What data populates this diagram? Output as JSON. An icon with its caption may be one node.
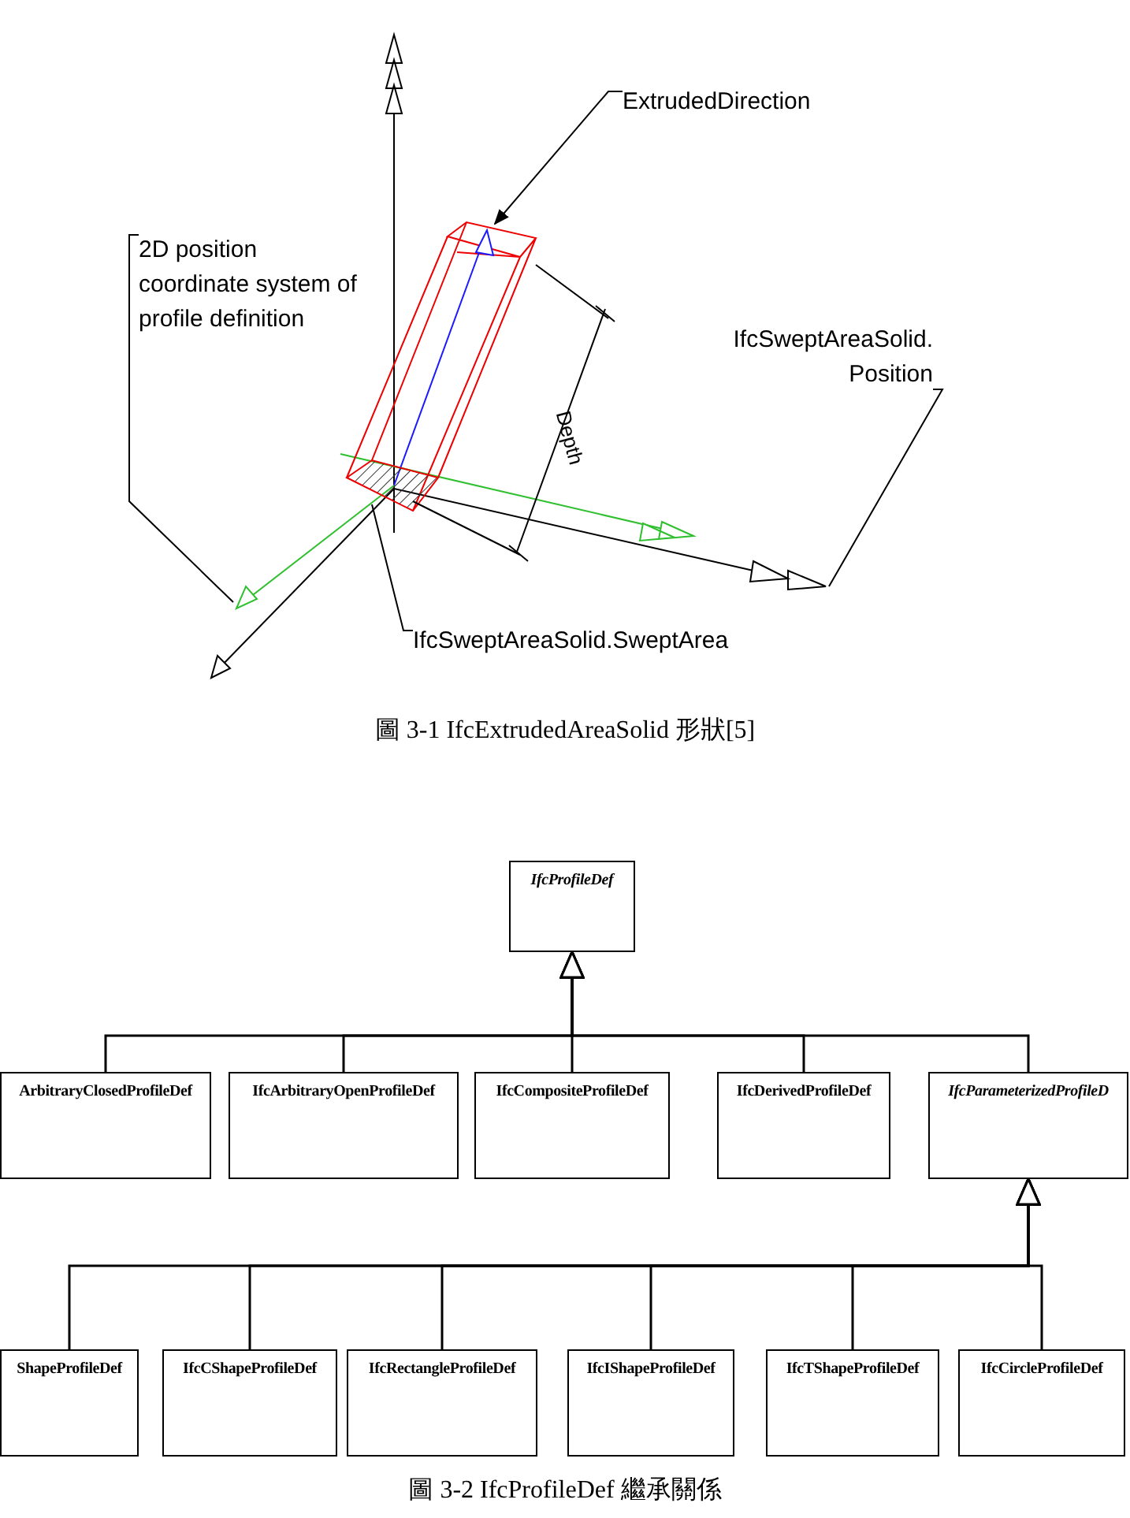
{
  "diagram": {
    "nodes": [
      {
        "text": [
          "ExtrudedDirection"
        ]
      },
      {
        "text": [
          "2D position coordinate system of profile definition"
        ]
      },
      {
        "text": [
          "IfcSweptAreaSolid. Position"
        ]
      },
      {
        "text": [
          "IfcSweptAreaSolid.SweptArea"
        ]
      },
      {
        "text": [
          "IfcProfileDef"
        ]
      },
      {
        "text": [
          "ArbitraryClosedProfileDef"
        ]
      },
      {
        "text": [
          "IfcArbitraryOpenProfileDef"
        ]
      },
      {
        "text": [
          "IfcCompositeProfileDef"
        ]
      },
      {
        "text": [
          "IfcDerivedProfileDef"
        ]
      },
      {
        "text": [
          "IfcParameterizedProfileD"
        ]
      },
      {
        "text": [
          "ShapeProfileDef"
        ]
      },
      {
        "text": [
          "IfcCShapeProfileDef"
        ]
      },
      {
        "text": [
          "IfcRectangleProfileDef"
        ]
      },
      {
        "text": [
          "IfcIShapeProfileDef"
        ]
      },
      {
        "text": [
          "IfcTShapeProfileDef"
        ]
      },
      {
        "text": [
          "IfcCircleProfileDef"
        ]
      },
      {
        "text": [],
        "shape": "arrow"
      },
      {
        "text": [],
        "shape": "arrow"
      },
      {
        "text": [],
        "shape": "arrow"
      },
      {
        "text": [],
        "shape": "box"
      }
    ],
    "edges": [
      {
        "from": 0,
        "to": 16,
        "arrow": "to"
      },
      {
        "from": 1,
        "to": 17,
        "arrow": "none"
      },
      {
        "from": 2,
        "to": 18,
        "arrow": "none"
      },
      {
        "from": 3,
        "to": 19,
        "arrow": "none"
      },
      {
        "from": 5,
        "to": 4,
        "arrow": "to"
      },
      {
        "from": 6,
        "to": 4,
        "arrow": "to"
      },
      {
        "from": 7,
        "to": 4,
        "arrow": "to"
      },
      {
        "from": 8,
        "to": 4,
        "arrow": "to"
      },
      {
        "from": 9,
        "to": 4,
        "arrow": "to"
      },
      {
        "from": 10,
        "to": 9,
        "arrow": "to"
      },
      {
        "from": 11,
        "to": 9,
        "arrow": "to"
      },
      {
        "from": 12,
        "to": 9,
        "arrow": "to"
      },
      {
        "from": 13,
        "to": 9,
        "arrow": "to"
      },
      {
        "from": 14,
        "to": 9,
        "arrow": "to"
      },
      {
        "from": 15,
        "to": 9,
        "arrow": "to"
      }
    ],
    "labels": [
      "Depth",
      "圖 3-1 IfcExtrudedAreaSolid 形狀[5]",
      "圖 3-2 IfcProfileDef 繼承關係"
    ]
  }
}
